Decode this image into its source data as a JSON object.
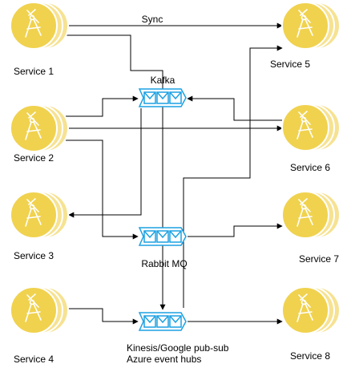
{
  "services": [
    {
      "id": "s1",
      "label": "Service 1"
    },
    {
      "id": "s2",
      "label": "Service 2"
    },
    {
      "id": "s3",
      "label": "Service 3"
    },
    {
      "id": "s4",
      "label": "Service 4"
    },
    {
      "id": "s5",
      "label": "Service 5"
    },
    {
      "id": "s6",
      "label": "Service 6"
    },
    {
      "id": "s7",
      "label": "Service 7"
    },
    {
      "id": "s8",
      "label": "Service 8"
    }
  ],
  "queues": [
    {
      "id": "kafka",
      "label": "Kafka"
    },
    {
      "id": "rabbit",
      "label": "Rabbit MQ"
    },
    {
      "id": "kinesis",
      "label": "Kinesis/Google pub-sub\nAzure event hubs"
    }
  ],
  "edges": [
    {
      "id": "sync",
      "label": "Sync"
    }
  ],
  "icons": {
    "service": "service-icon",
    "queue": "message-queue-icon"
  },
  "colors": {
    "service_fill": "#f0d24e",
    "service_fill_back": "#f6e292",
    "service_stroke": "#ffffff",
    "queue_stroke": "#1ba1e2",
    "queue_fill": "#ffffff",
    "line": "#000000"
  }
}
